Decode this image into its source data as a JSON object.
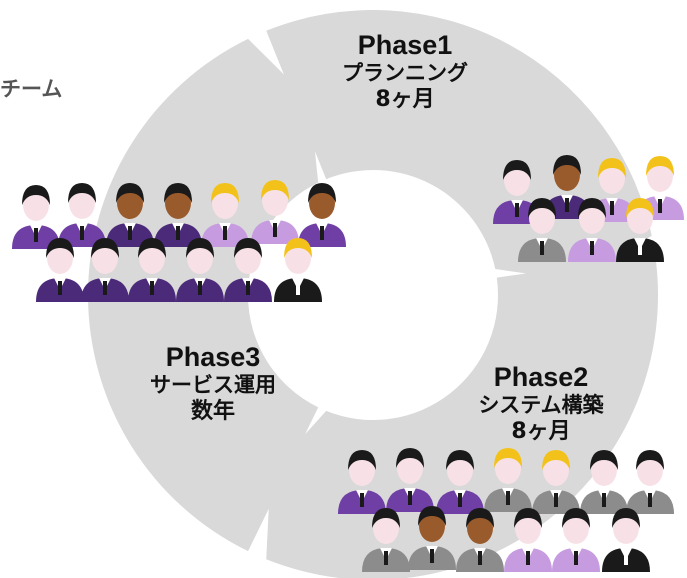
{
  "header": {
    "title_fragment": "チーム"
  },
  "phases": [
    {
      "id": "phase1",
      "phase": "Phase1",
      "name": "プランニング",
      "duration": "8ヶ月"
    },
    {
      "id": "phase2",
      "phase": "Phase2",
      "name": "システム構築",
      "duration": "8ヶ月"
    },
    {
      "id": "phase3",
      "phase": "Phase3",
      "name": "サービス運用",
      "duration": "数年"
    }
  ],
  "colors": {
    "ring": "#d9d9d9",
    "purple_dark": "#4b2a7a",
    "purple_mid": "#6f3fa6",
    "purple_light": "#c79be0",
    "gray_suit": "#8c8c8c",
    "black_suit": "#1a1a1a",
    "hair_dark": "#1a1a1a",
    "hair_blonde": "#f3c21a",
    "skin_light": "#f7e1e6",
    "skin_dark": "#9a5b2c"
  }
}
